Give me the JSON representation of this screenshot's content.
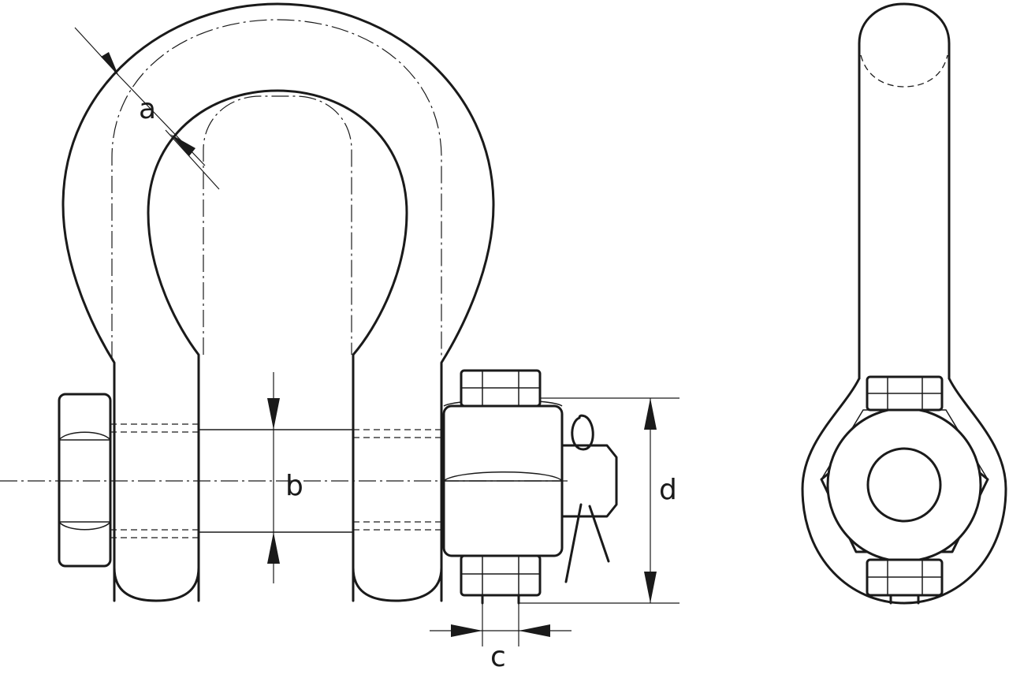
{
  "labels": {
    "a": "a",
    "b": "b",
    "c": "c",
    "d": "d"
  },
  "colors": {
    "line": "#1a1a1a",
    "background": "#ffffff"
  }
}
